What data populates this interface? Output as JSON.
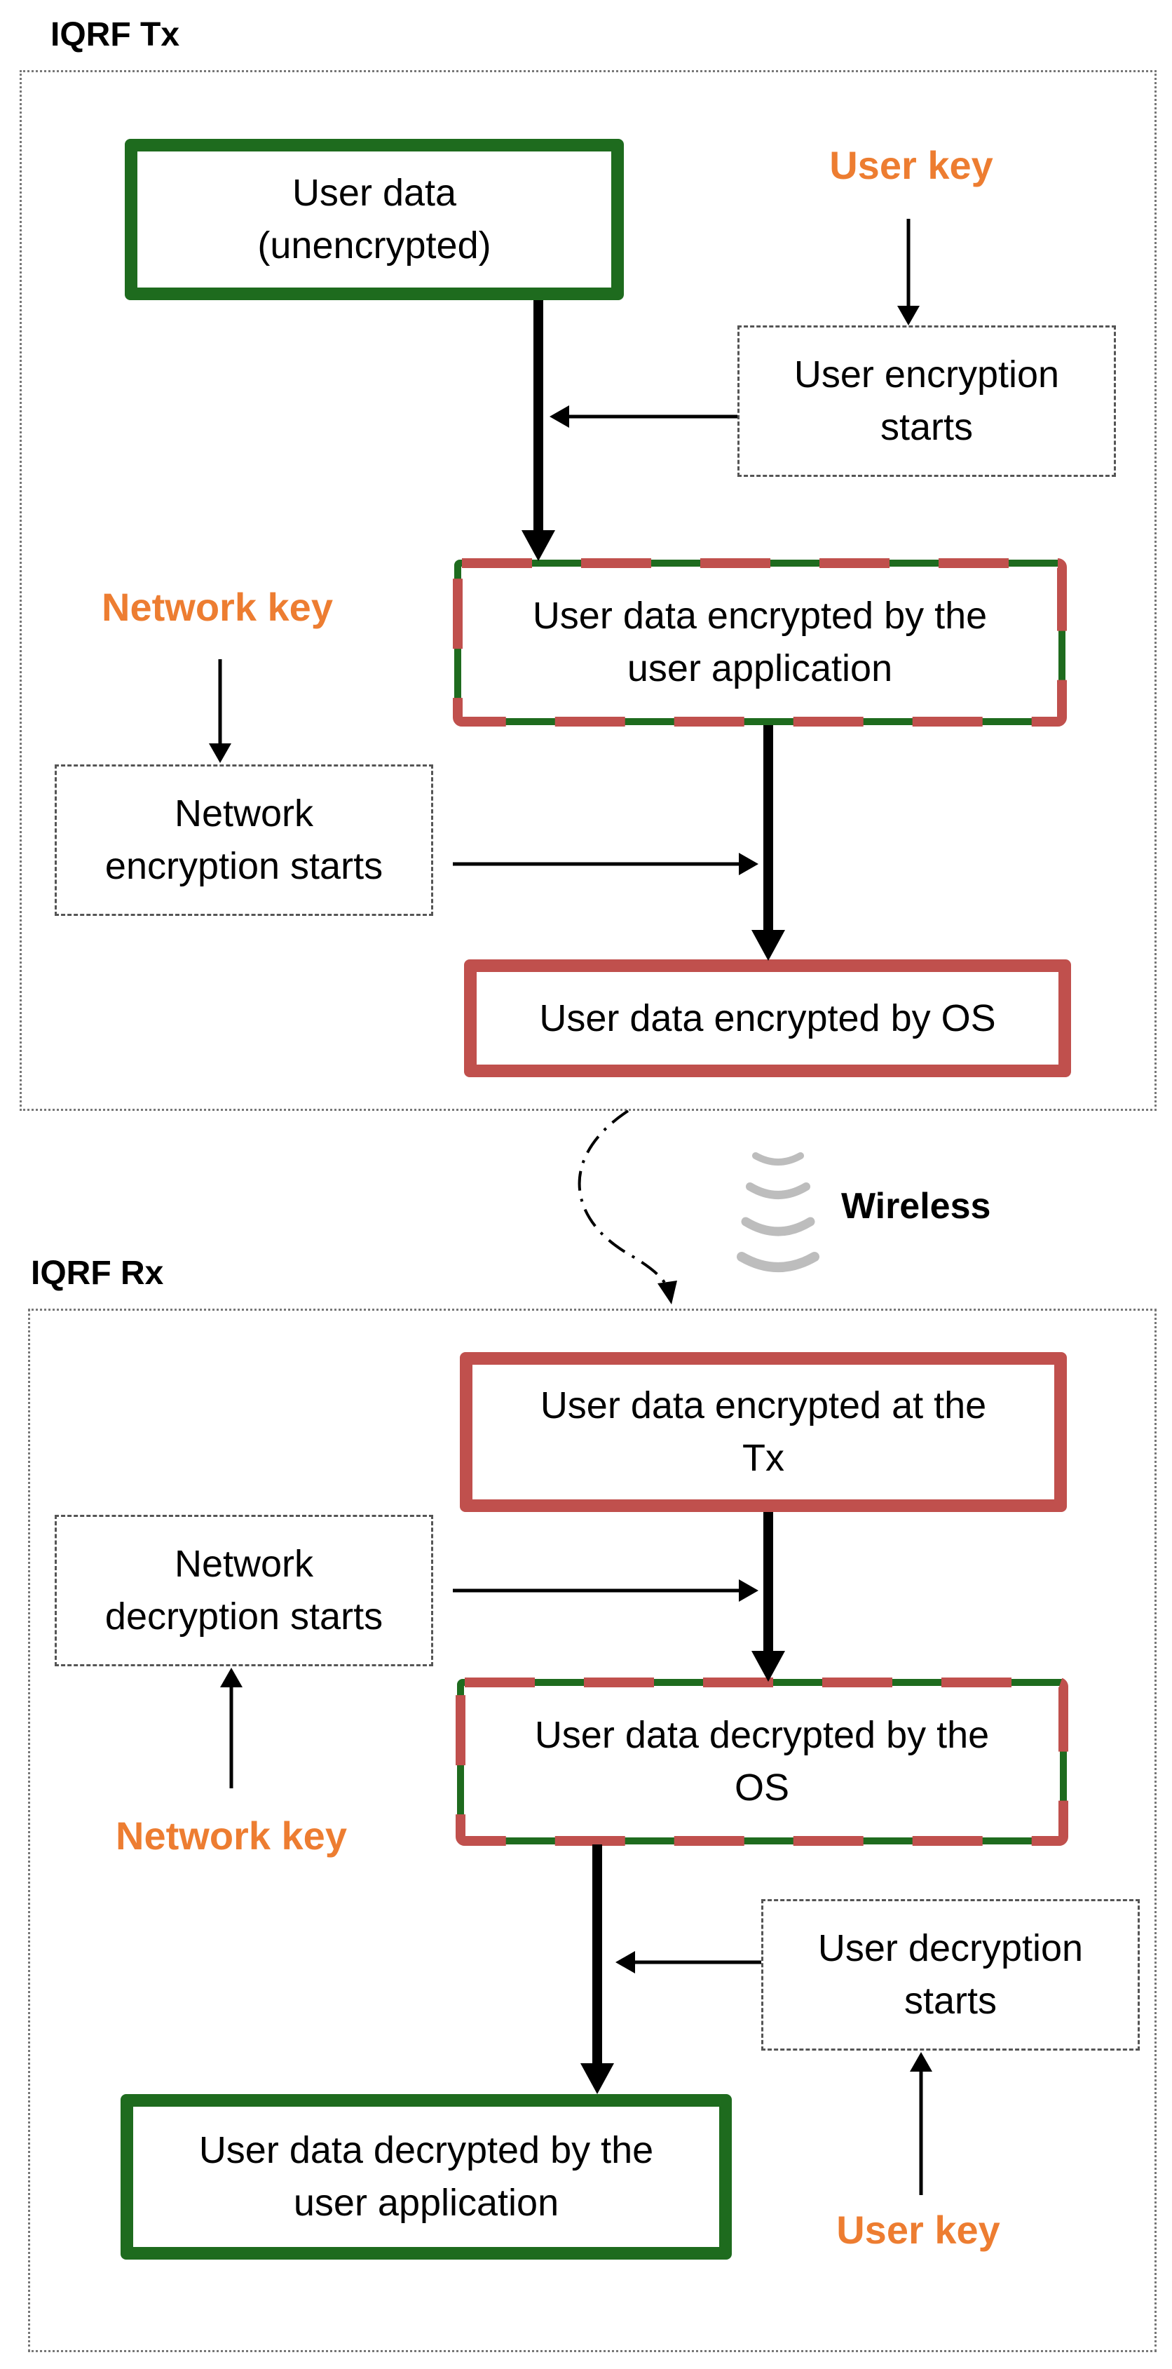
{
  "tx": {
    "title": "IQRF Tx",
    "user_key": "User key",
    "network_key": "Network key",
    "box_user_data": "User data\n(unencrypted)",
    "box_user_enc_starts": "User encryption\nstarts",
    "box_user_app_encrypted": "User data encrypted by the\nuser application",
    "box_net_enc_starts": "Network\nencryption starts",
    "box_os_encrypted": "User data encrypted by OS"
  },
  "wireless": {
    "label": "Wireless"
  },
  "rx": {
    "title": "IQRF Rx",
    "box_encrypted_tx": "User data encrypted at the\nTx",
    "box_net_dec_starts": "Network\ndecryption starts",
    "box_os_decrypted": "User data decrypted by the\nOS",
    "network_key": "Network key",
    "box_user_dec_starts": "User decryption\nstarts",
    "box_app_decrypted": "User data decrypted by the\nuser application",
    "user_key": "User key"
  },
  "colors": {
    "green_border": "#1E6B1E",
    "red_border": "#C0504D",
    "key_text": "#ED7D31",
    "frame_border": "#777777"
  }
}
